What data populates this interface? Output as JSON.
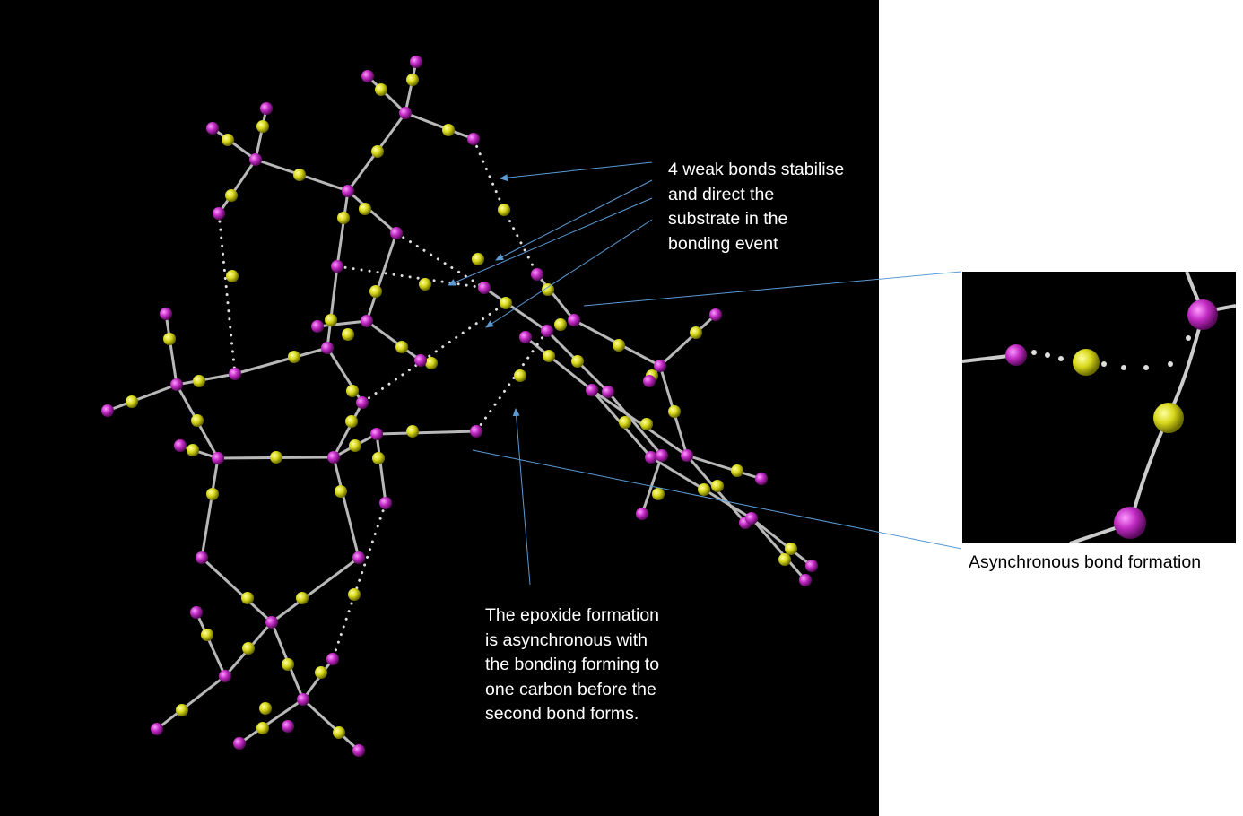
{
  "annotations": {
    "weak_bonds": "4 weak bonds stabilise\nand direct the\nsubstrate in the\nbonding event",
    "epoxide": "The epoxide formation\nis asynchronous with\nthe bonding forming to\none carbon before the\nsecond bond forms.",
    "inset_caption": "Asynchronous bond formation"
  },
  "colors": {
    "background": "#000000",
    "atom_magenta": "#c22bc4",
    "atom_yellow": "#d8d81c",
    "bond": "#b8b8b8",
    "annotation_line": "#5b9bd5"
  }
}
